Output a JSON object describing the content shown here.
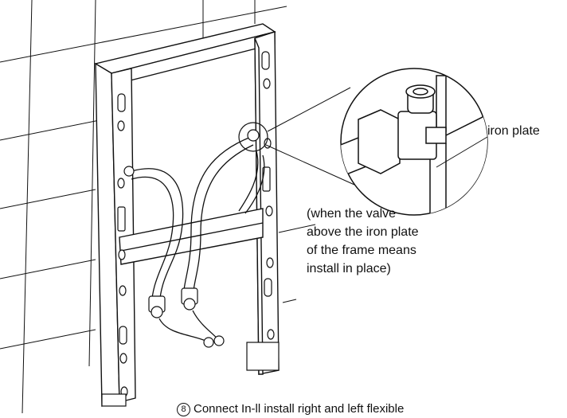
{
  "callout_label": "iron plate",
  "note_lines": [
    "(when the valve",
    "above the iron plate",
    "of the frame means",
    "install in place)"
  ],
  "caption": {
    "number": "8",
    "text": "Connect In-ll install right and left flexible"
  },
  "colors": {
    "line": "#111111",
    "background": "#ffffff"
  }
}
